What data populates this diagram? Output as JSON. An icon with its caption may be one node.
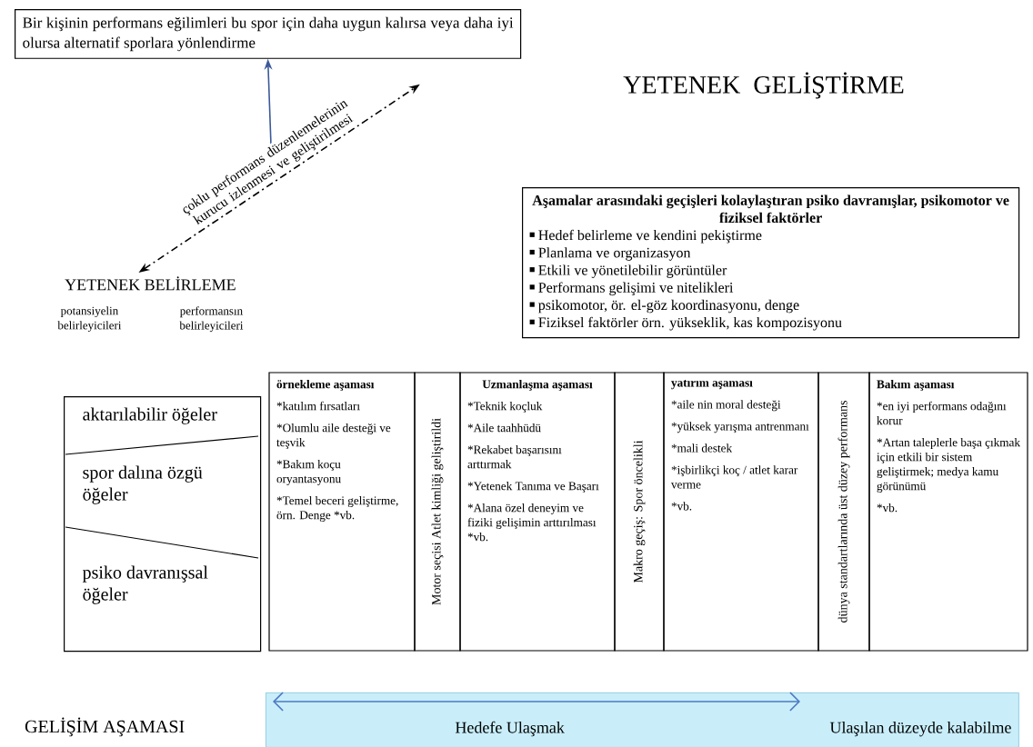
{
  "diagram": {
    "title": "YETENEK GELİŞTİRME",
    "nodes": [
      {
        "text": [
          "Bir kişinin performans eğilimleri bu spor için daha uygun kalırsa veya daha iyi olursa alternatif sporlara yönlendirme"
        ]
      },
      {
        "text": [
          "YETENEK BELİRLEME",
          "potansiyelin belirleyicileri",
          "performansın belirleyicileri"
        ]
      },
      {
        "text": [
          "Aşamalar arasındaki geçişleri kolaylaştıran psiko davranışlar, psikomotor ve fiziksel faktörler",
          "Hedef belirleme ve kendini pekiştirme",
          "Planlama ve organizasyon",
          "Etkili ve yönetilebilir görüntüler",
          "Performans gelişimi ve nitelikleri",
          "psikomotor, ör. el-göz koordinasyonu, denge",
          "Fiziksel faktörler örn. yükseklik, kas kompozisyonu"
        ]
      },
      {
        "text": [
          "aktarılabilir öğeler",
          "spor dalına özgü öğeler",
          "psiko davranışsal öğeler"
        ]
      },
      {
        "text": [
          "örnekleme aşaması",
          "*katılım fırsatları",
          "*Olumlu aile desteği ve teşvik",
          "*Bakım koçu oryantasyonu",
          "*Temel beceri geliştirme, örn. Denge *vb."
        ]
      },
      {
        "text": [
          "Motor seçisi Atlet kimliği geliştirildi"
        ]
      },
      {
        "text": [
          "Uzmanlaşma aşaması",
          "*Teknik koçluk",
          "*Aile taahhüdü",
          "*Rekabet başarısını arttırmak",
          "*Yetenek Tanıma ve Başarı",
          "*Alana özel deneyim ve fiziki gelişimin arttırılması *vb."
        ]
      },
      {
        "text": [
          "Makro geçiş: Spor öncelikli"
        ]
      },
      {
        "text": [
          "yatırım aşaması",
          "*aile nin moral desteği",
          "*yüksek yarışma antrenmanı",
          "*mali destek",
          "*işbirlikçi koç / atlet karar verme",
          "*vb."
        ]
      },
      {
        "text": [
          "dünya standartlarında üst düzey performans"
        ]
      },
      {
        "text": [
          "Bakım aşaması",
          "*en iyi performans odağını korur",
          "*Artan taleplerle başa çıkmak için etkili bir sistem geliştirmek; medya kamu görünümü",
          "*vb."
        ]
      },
      {
        "text": [
          "Hedefe Ulaşmak",
          "Ulaşılan düzeyde kalabilme"
        ]
      }
    ],
    "edges": [
      {
        "from": null,
        "to": 0,
        "arrow": "to",
        "color": "#3c5a9a"
      },
      {
        "from": 1,
        "to": 0,
        "arrow": "both",
        "style": "dashed",
        "color": "#000000",
        "label": "çoklu performans düzenlemelerinin kurucu izlenmesi ve geliştirilmesi"
      }
    ],
    "labels": [
      "GELİŞİM AŞAMASI"
    ]
  }
}
